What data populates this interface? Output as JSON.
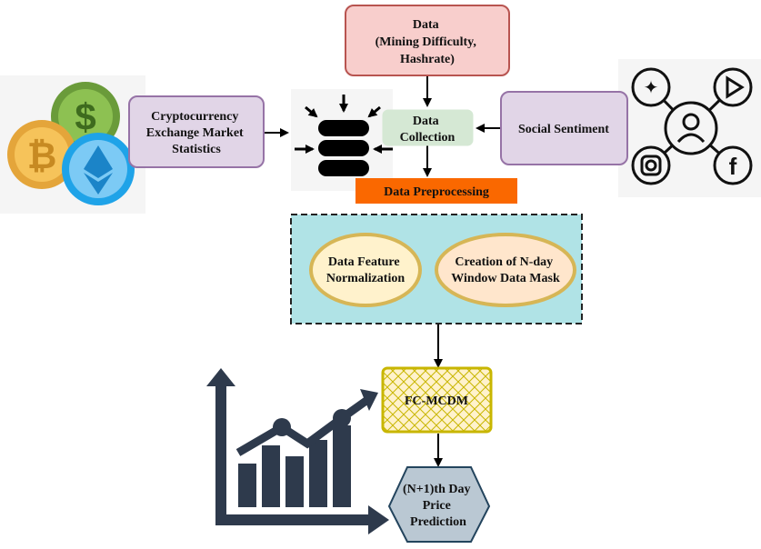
{
  "nodes": {
    "data_source": {
      "lines": [
        "Data",
        "(Mining Difficulty,",
        "Hashrate)"
      ]
    },
    "exchange": {
      "lines": [
        "Cryptocurrency",
        "Exchange Market",
        "Statistics"
      ]
    },
    "social": {
      "lines": [
        "Social Sentiment"
      ]
    },
    "collection": {
      "lines": [
        "Data",
        "Collection"
      ]
    },
    "preprocessing": {
      "lines": [
        "Data Preprocessing"
      ]
    },
    "normalization": {
      "lines": [
        "Data Feature",
        "Normalization"
      ]
    },
    "window_mask": {
      "lines": [
        "Creation of N-day",
        "Window Data Mask"
      ]
    },
    "model": {
      "lines": [
        "FC-MCDM"
      ]
    },
    "prediction": {
      "lines": [
        "(N+1)th Day",
        "Price",
        "Prediction"
      ]
    }
  },
  "icons": [
    "crypto-coins-icon",
    "database-icon",
    "social-media-icon",
    "growth-chart-icon"
  ],
  "colors": {
    "data_fill": "#f8cecc",
    "data_stroke": "#b85450",
    "purple_fill": "#e1d5e7",
    "purple_stroke": "#9673a6",
    "collection_fill": "#d5e8d4",
    "preproc_fill": "#fa6800",
    "panel_fill": "#b0e3e6",
    "ellipse_fill": "#fff2cc",
    "ellipse_stroke": "#d6b656",
    "window_fill": "#ffe6cc",
    "model_fill": "#fff2cc",
    "model_stroke": "#c8b600",
    "pred_fill": "#bac8d3",
    "pred_stroke": "#23445d"
  }
}
